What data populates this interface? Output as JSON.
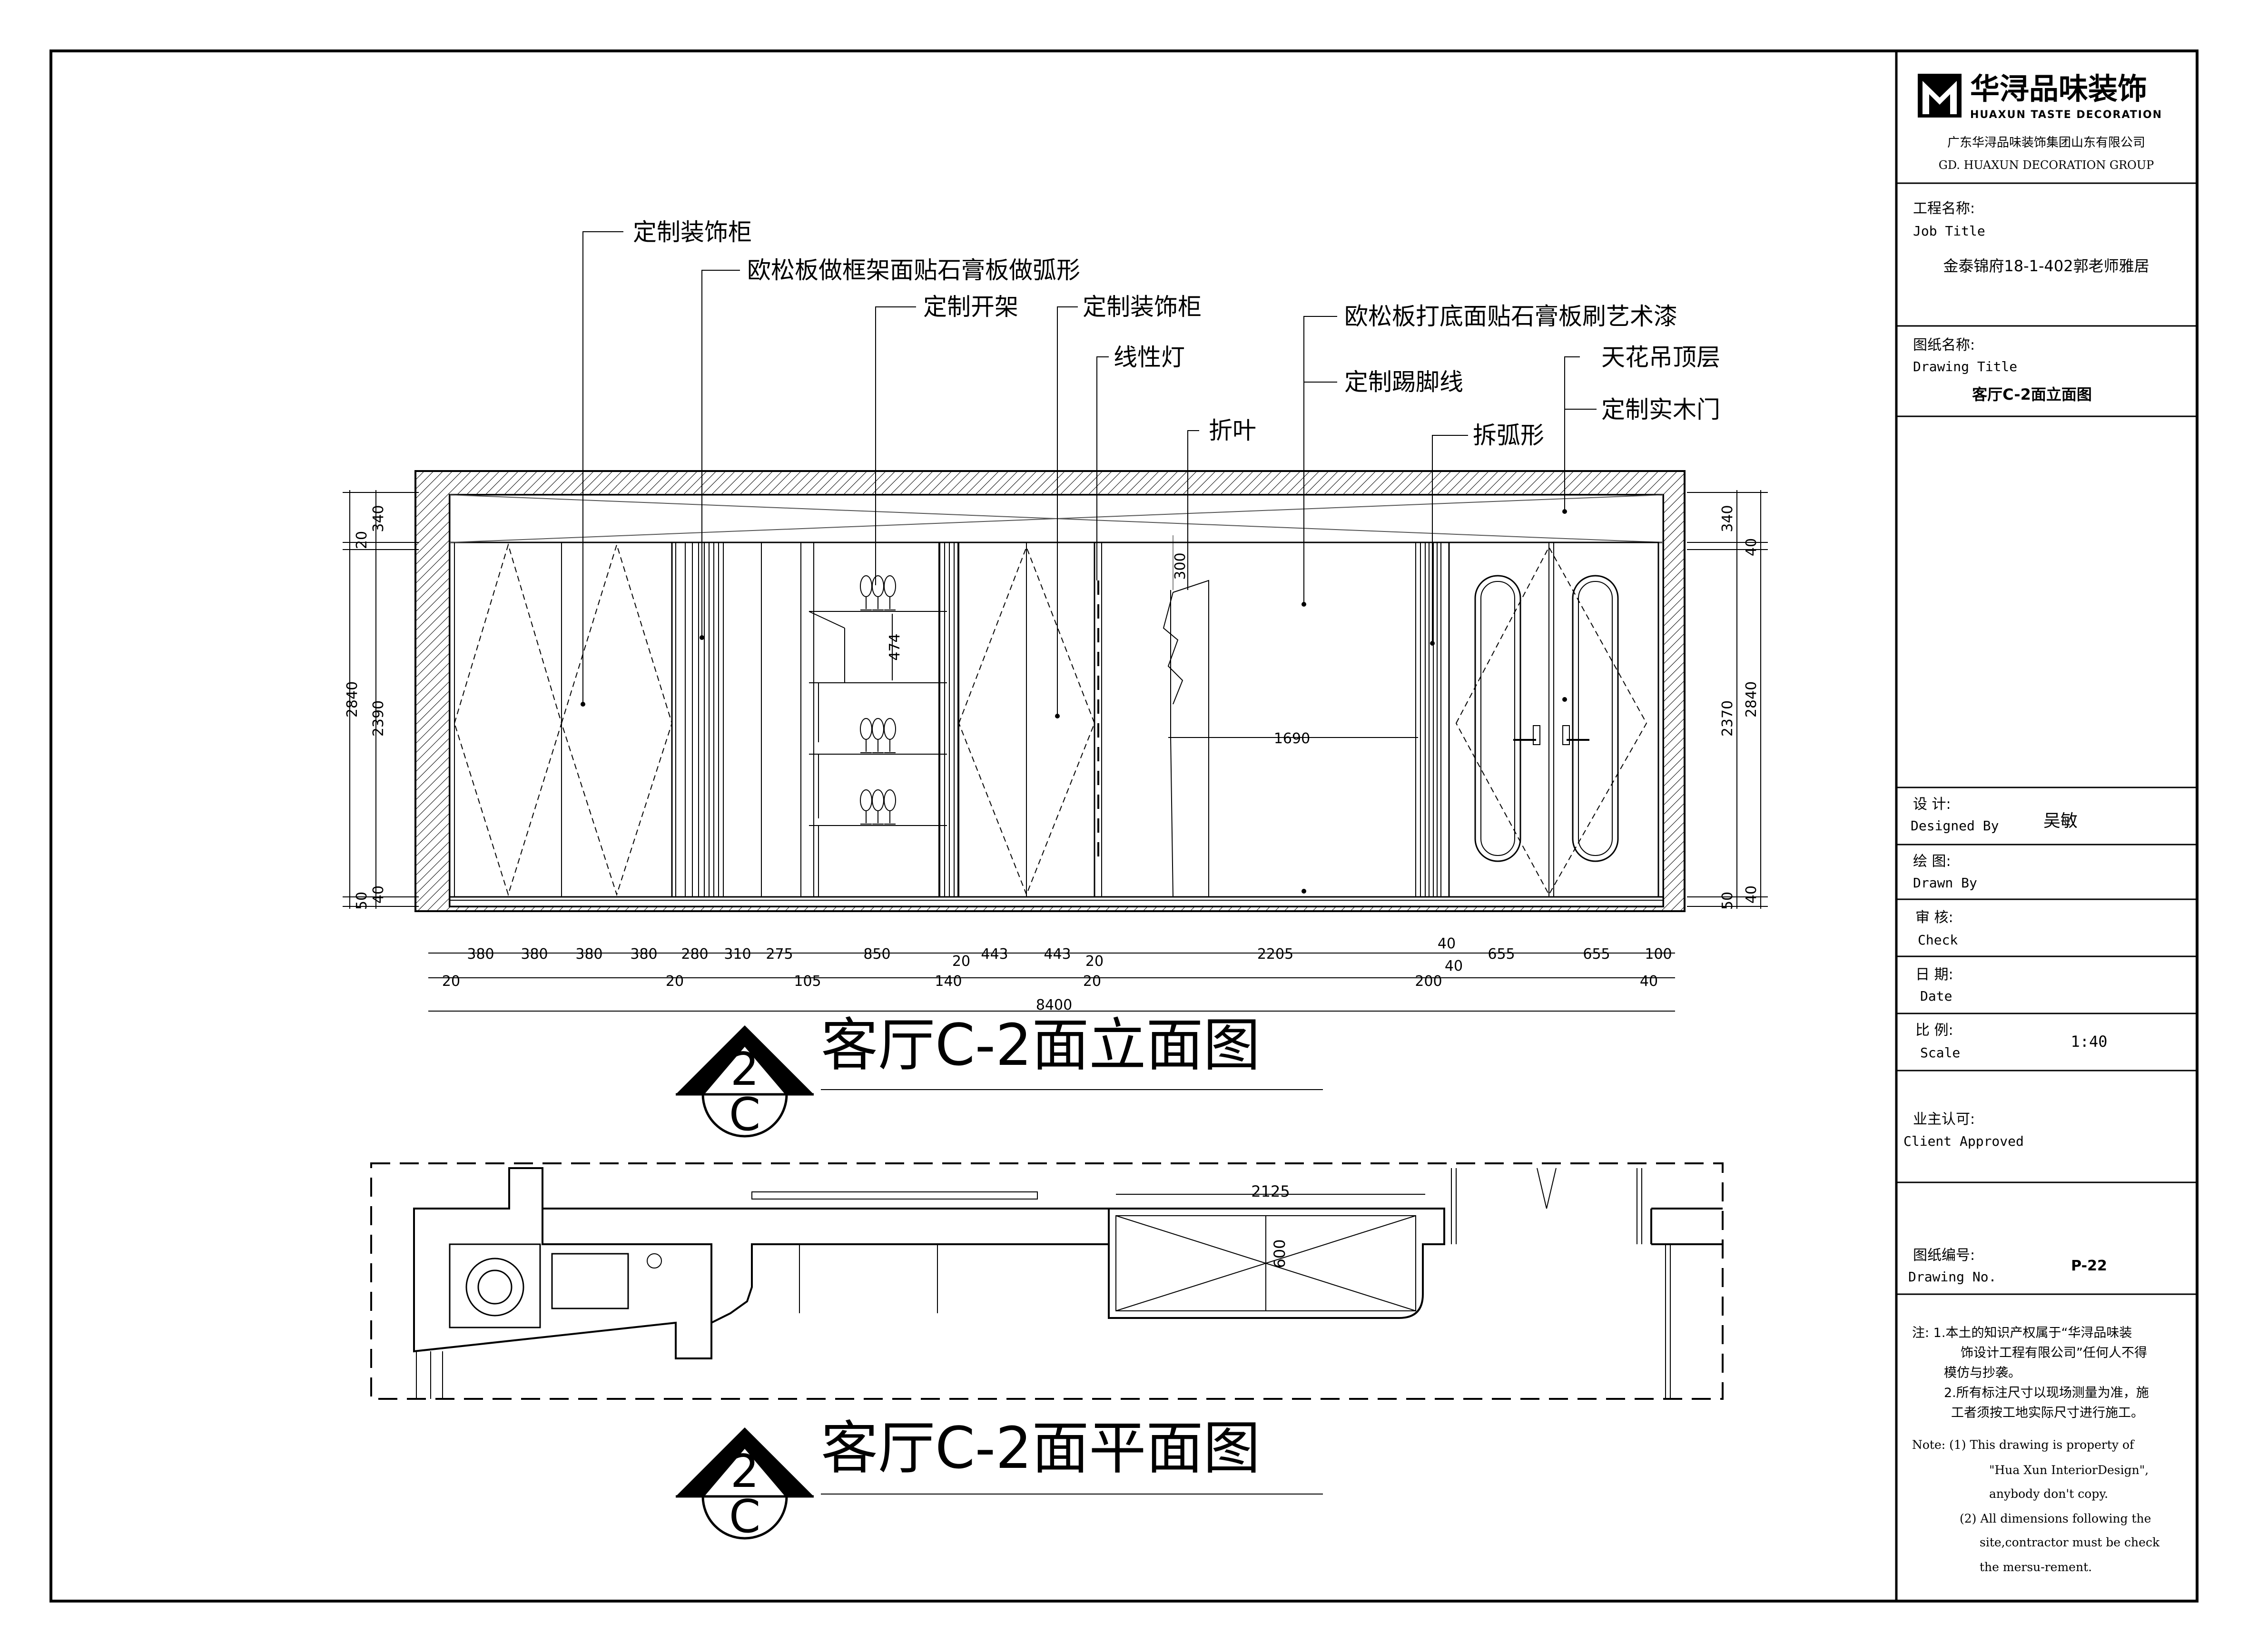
{
  "title_block": {
    "company_logo_text": "华浔品味装饰",
    "company_logo_sub": "HUAXUN TASTE DECORATION",
    "company_cn": "广东华浔品味装饰集团山东有限公司",
    "company_en": "GD. HUAXUN  DECORATION  GROUP",
    "job_title_cn": "工程名称:",
    "job_title_en": "Job Title",
    "job_value": "金泰锦府18-1-402郭老师雅居",
    "drawing_title_cn": "图纸名称:",
    "drawing_title_en": "Drawing Title",
    "drawing_title_value": "客厅C-2面立面图",
    "designed_cn": "设  计:",
    "designed_en": "Designed By",
    "designed_value": "吴敏",
    "drawn_cn": "绘  图:",
    "drawn_en": "Drawn By",
    "check_cn": "审  核:",
    "check_en": "Check",
    "date_cn": "日  期:",
    "date_en": "Date",
    "scale_cn": "比  例:",
    "scale_en": "Scale",
    "scale_value": "1:40",
    "client_cn": "业主认可:",
    "client_en": "Client Approved",
    "drawing_no_cn": "图纸编号:",
    "drawing_no_en": "Drawing No.",
    "drawing_no_value": "P-22",
    "notes_cn": [
      "注: 1.本土的知识产权属于“华浔品味装",
      "饰设计工程有限公司”任何人不得",
      "模仿与抄袭。",
      "2.所有标注尺寸以现场测量为准，施",
      "工者须按工地实际尺寸进行施工。"
    ],
    "notes_en": [
      "Note:  (1) This drawing is property of",
      "\"Hua Xun InteriorDesign\",",
      "anybody don't copy.",
      "(2) All dimensions following the",
      "site,contractor must be check",
      "the mersu-rement."
    ]
  },
  "labels": {
    "l1": "定制装饰柜",
    "l2": "欧松板做框架面贴石膏板做弧形",
    "l3": "定制开架",
    "l4": "定制装饰柜",
    "l5": "线性灯",
    "l6": "折叶",
    "l7": "欧松板打底面贴石膏板刷艺术漆",
    "l8": "定制踢脚线",
    "l9": "拆弧形",
    "l10": "天花吊顶层",
    "l11": "定制实木门"
  },
  "elevation": {
    "title": "客厅C-2面立面图",
    "symbol_top": "2",
    "symbol_bottom": "C",
    "dims_top_row": [
      "380",
      "380",
      "380",
      "380",
      "280",
      "310",
      "275",
      "850",
      "20",
      "443",
      "443",
      "20",
      "2205",
      "40",
      "655",
      "655",
      "100"
    ],
    "dims_extra": {
      "d40a": "40",
      "d40b": "40"
    },
    "dims_bottom_row": [
      "20",
      "20",
      "105",
      "140",
      "20",
      "200",
      "40"
    ],
    "total_width": "8400",
    "left_dims": {
      "outer": "2840",
      "inner": "2390",
      "top": "340",
      "top2": "20",
      "bot1": "50",
      "bot2": "40"
    },
    "right_dims": {
      "outer": "2840",
      "inner": "2370",
      "top": "340",
      "top2": "40",
      "bot1": "50",
      "bot2": "40"
    },
    "inner_dims": {
      "shelf": "474",
      "fold": "300",
      "wall": "1690"
    }
  },
  "plan": {
    "title": "客厅C-2面平面图",
    "symbol_top": "2",
    "symbol_bottom": "C",
    "dim_width": "2125",
    "dim_depth": "600"
  }
}
